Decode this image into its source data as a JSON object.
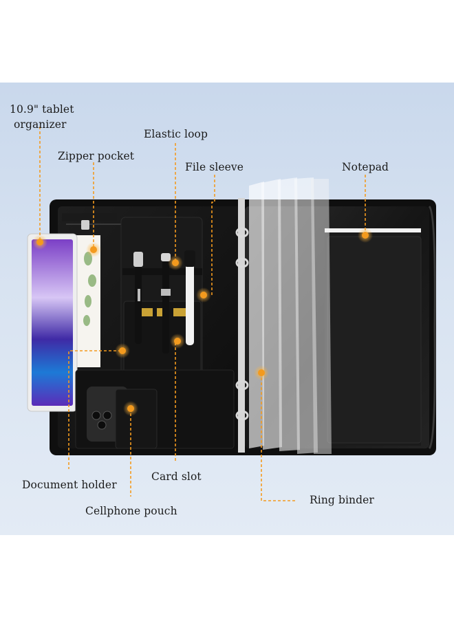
{
  "callouts": {
    "tablet_organizer": "10.9\" tablet organizer",
    "tablet_organizer_line1": "10.9\" tablet",
    "tablet_organizer_line2": "organizer",
    "zipper_pocket": "Zipper pocket",
    "elastic_loop": "Elastic loop",
    "file_sleeve": "File sleeve",
    "notepad": "Notepad",
    "document_holder": "Document holder",
    "card_slot": "Card slot",
    "cellphone_pouch": "Cellphone pouch",
    "ring_binder": "Ring binder"
  },
  "colors": {
    "accent": "#f39a1e",
    "leather": "#151515",
    "background_top": "#c9d8ec",
    "background_bottom": "#e3ebf5"
  }
}
